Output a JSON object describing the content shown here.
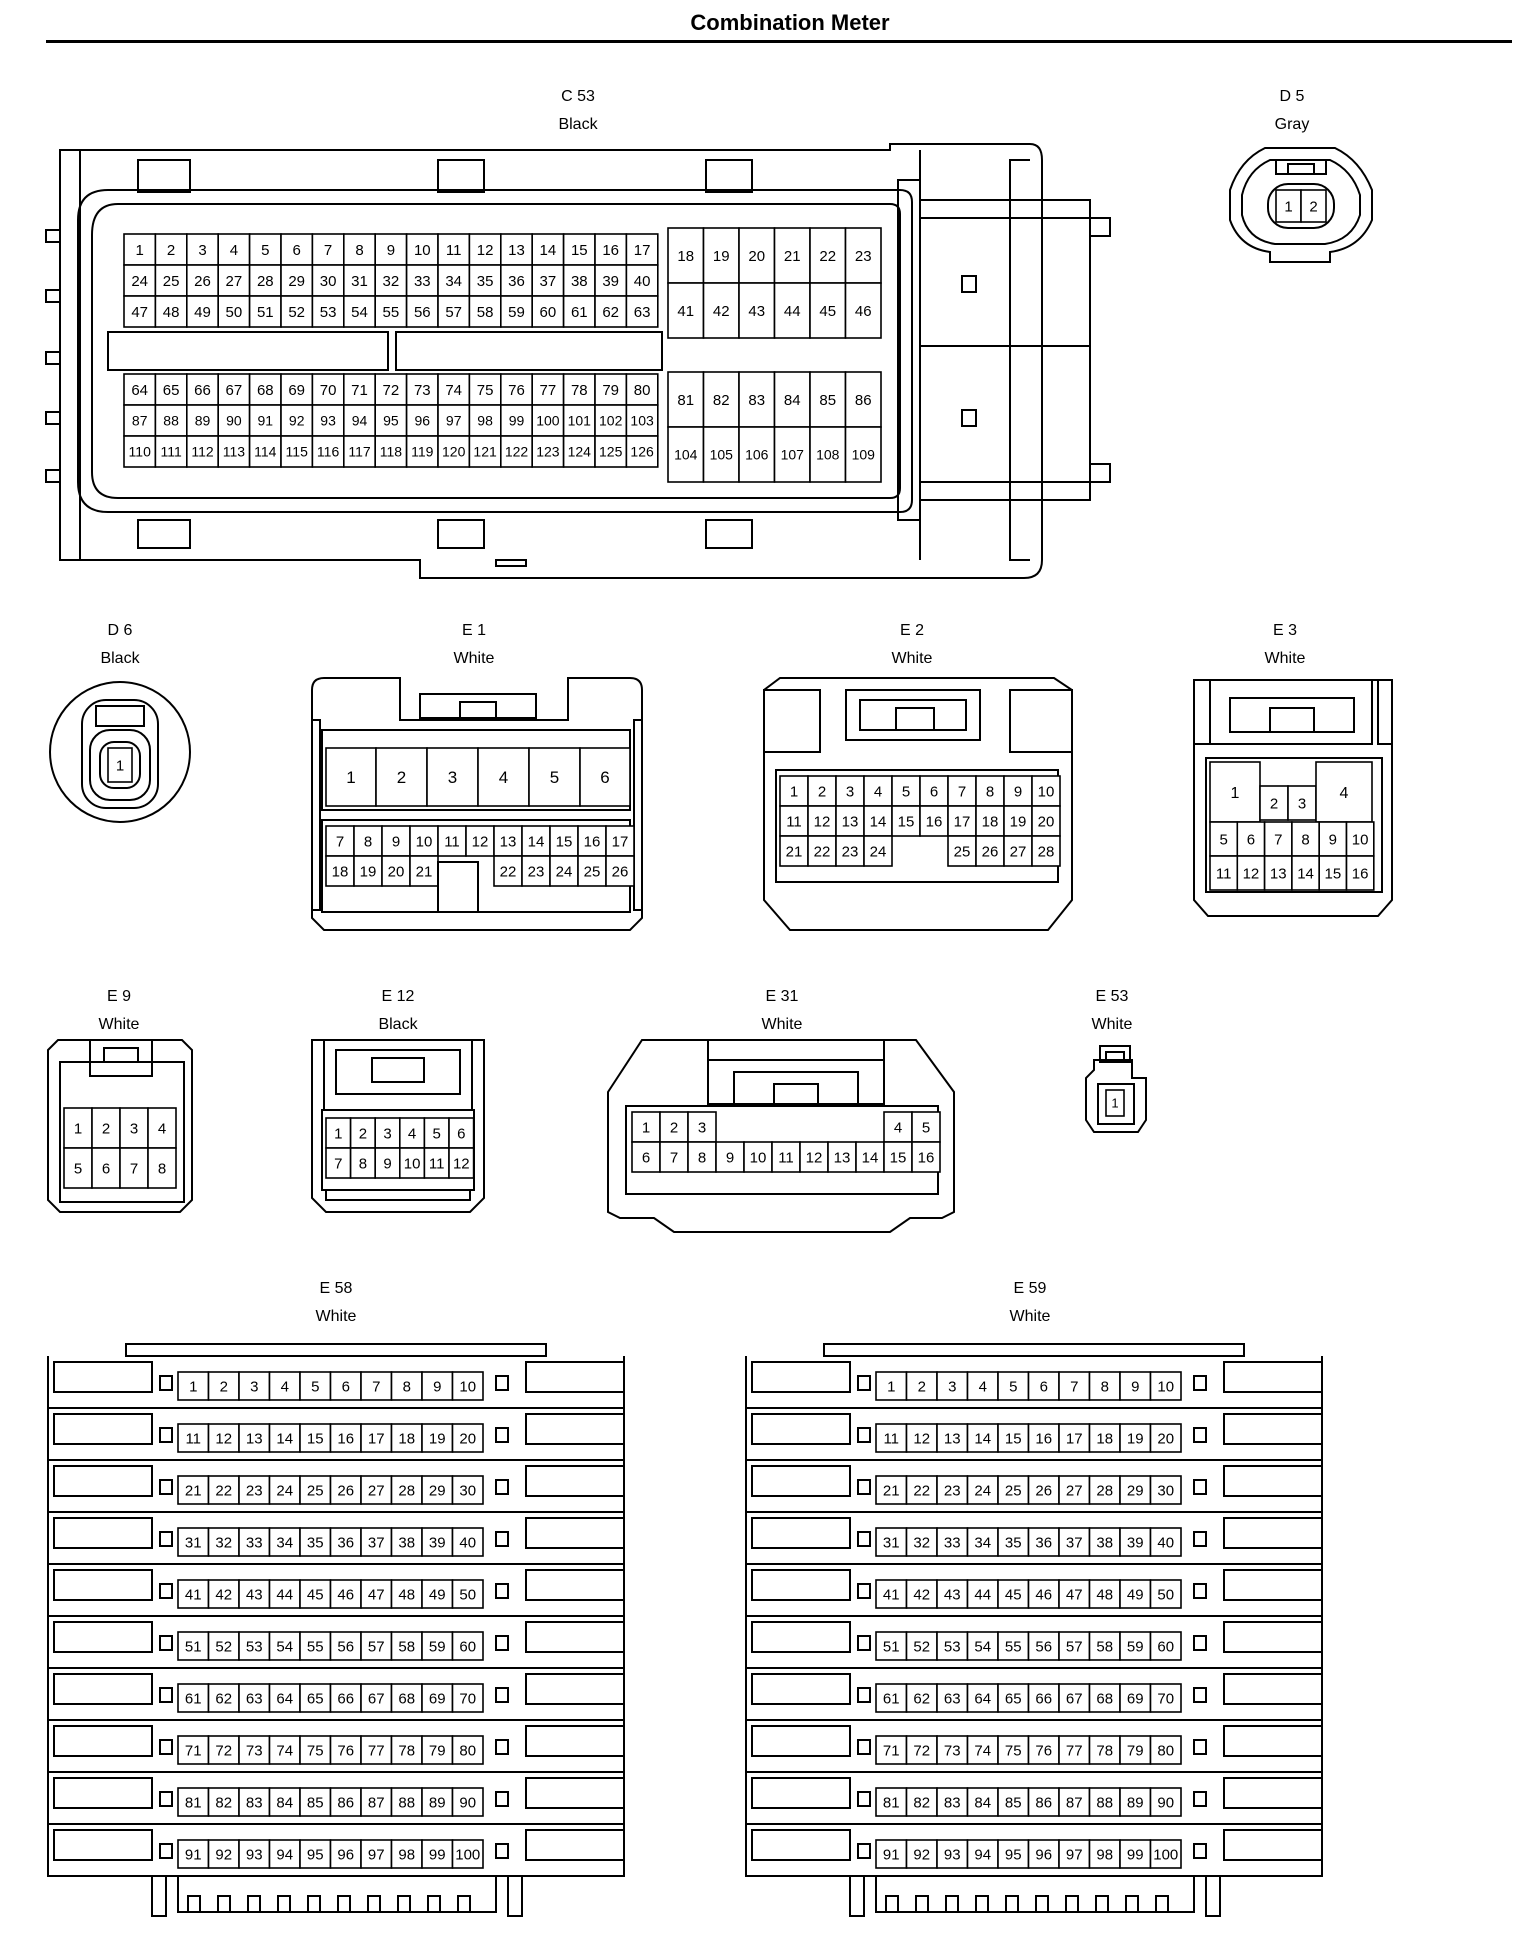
{
  "title": "Combination Meter",
  "connectors": [
    {
      "id": "C53",
      "name": "C 53",
      "color": "Black"
    },
    {
      "id": "D5",
      "name": "D 5",
      "color": "Gray"
    },
    {
      "id": "D6",
      "name": "D 6",
      "color": "Black"
    },
    {
      "id": "E1",
      "name": "E 1",
      "color": "White"
    },
    {
      "id": "E2",
      "name": "E 2",
      "color": "White"
    },
    {
      "id": "E3",
      "name": "E 3",
      "color": "White"
    },
    {
      "id": "E9",
      "name": "E 9",
      "color": "White"
    },
    {
      "id": "E12",
      "name": "E 12",
      "color": "Black"
    },
    {
      "id": "E31",
      "name": "E 31",
      "color": "White"
    },
    {
      "id": "E53",
      "name": "E 53",
      "color": "White"
    },
    {
      "id": "E58",
      "name": "E 58",
      "color": "White"
    },
    {
      "id": "E59",
      "name": "E 59",
      "color": "White"
    }
  ],
  "pin_ranges": {
    "C53": "1-126",
    "D5": "1-2",
    "D6": "1",
    "E1": "1-26",
    "E2": "1-28 (no 25-24 gap pins)",
    "E3": "1-16",
    "E9": "1-8",
    "E12": "1-12",
    "E31": "1-16",
    "E53": "1",
    "E58": "1-100",
    "E59": "1-100"
  }
}
